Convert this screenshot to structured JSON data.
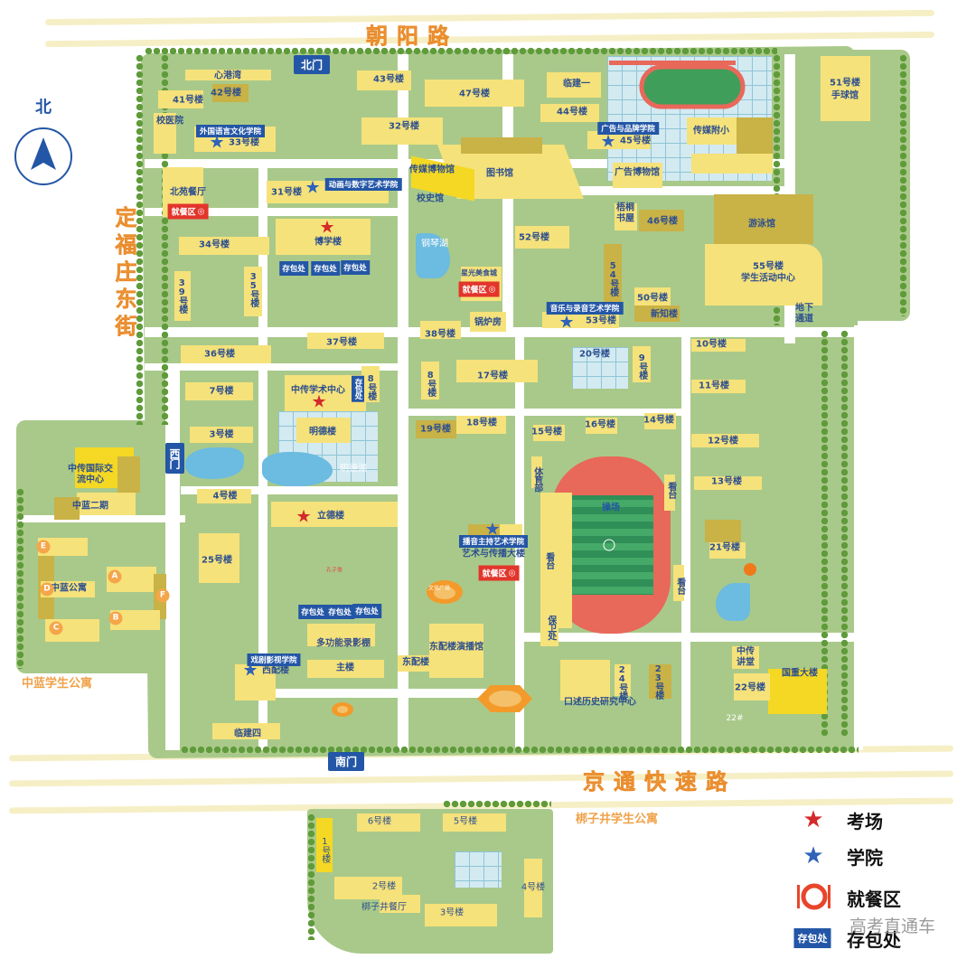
{
  "roads": {
    "north": "朝阳路",
    "south": "京通快速路",
    "west": "定福庄东街"
  },
  "compass": {
    "label": "北",
    "icon": "north-arrow-icon"
  },
  "gates": {
    "north": "北门",
    "west": "西门",
    "south": "南门"
  },
  "dorms": {
    "zhonglan": "中蓝学生公寓",
    "bangzijing": "梆子井学生公寓"
  },
  "buildings": {
    "xingangwan": "心港湾",
    "b42": "42号楼",
    "b41": "41号楼",
    "clinic": "校医院",
    "b33": "33号楼",
    "b43": "43号楼",
    "b47": "47号楼",
    "linjian1": "临建一",
    "b44": "44号楼",
    "b32": "32号楼",
    "b45": "45号楼",
    "school": "传媒附小",
    "b51": "51号楼",
    "handball": "手球馆",
    "library": "图书馆",
    "museum": "传媒博物馆",
    "history": "校史馆",
    "admuseum": "广告博物馆",
    "beiyuan": "北苑餐厅",
    "b31": "31号楼",
    "wutong": "梧桐书屋",
    "b46": "46号楼",
    "pool": "游泳馆",
    "boxue": "博学楼",
    "pianolake": "钢琴湖",
    "b52": "52号楼",
    "b34": "34号楼",
    "xingguang": "星光美食城",
    "b54": "54号楼",
    "b55": "55号楼",
    "activity": "学生活动中心",
    "b39": "39号楼",
    "b35": "35号楼",
    "b50": "50号楼",
    "xinzhi": "新知楼",
    "b53": "53号楼",
    "tunnel": "地下通道",
    "boiler": "锅炉房",
    "b38": "38号楼",
    "b37": "37号楼",
    "b36": "36号楼",
    "b10": "10号楼",
    "b20": "20号楼",
    "b9": "9号楼",
    "b17": "17号楼",
    "b8": "8号楼",
    "b7": "7号楼",
    "academic": "中传学术中心",
    "b11": "11号楼",
    "b19": "19号楼",
    "b18": "18号楼",
    "b15": "15号楼",
    "b16": "16号楼",
    "b14": "14号楼",
    "mingde": "明德楼",
    "b3": "3号楼",
    "b12": "12号楼",
    "mingdelake": "明德湖",
    "sports": "体育部",
    "intl": "中传国际交流中心",
    "zl2": "中蓝二期",
    "b13": "13号楼",
    "b4": "4号楼",
    "field": "操场",
    "lide": "立德楼",
    "artcomm": "艺术与传播大楼",
    "stand": "看台",
    "b21": "21号楼",
    "b25": "25号楼",
    "zlapt": "中蓝公寓",
    "confucius": "孔子像",
    "culture": "文化广场",
    "studio": "多功能录影棚",
    "security": "保卫处",
    "eaststudio": "东配楼演播馆",
    "lecture": "中传讲堂",
    "guozhong": "国重大楼",
    "xipei": "西配楼",
    "main": "主楼",
    "dongpei": "东配楼",
    "b24": "24号楼",
    "b23": "23号楼",
    "b22": "22号楼",
    "oral": "口述历史研究中心",
    "linjian4": "临建四",
    "b22s": "22#",
    "s6": "6号楼",
    "s5": "5号楼",
    "s1": "1号楼",
    "s2": "2号楼",
    "s4": "4号楼",
    "s3": "3号楼",
    "bzjcanteen": "梆子井餐厅"
  },
  "apt_letters": [
    "E",
    "D",
    "A",
    "F",
    "B",
    "C"
  ],
  "colleges": [
    "外国语言文化学院",
    "广告与品牌学院",
    "动画与数字艺术学院",
    "音乐与录音艺术学院",
    "播音主持艺术学院",
    "戏剧影视学院"
  ],
  "dining_label": "就餐区",
  "storage_label": "存包处",
  "legend": {
    "exam": "考场",
    "college": "学院",
    "dining": "就餐区",
    "storage": "存包处"
  },
  "watermark": "高考直通车",
  "colors": {
    "exam_star": "#d42a2a",
    "college_star": "#2f62b8",
    "dining": "#e2352b",
    "storage": "#2356a6",
    "street": "#f3a54a"
  }
}
